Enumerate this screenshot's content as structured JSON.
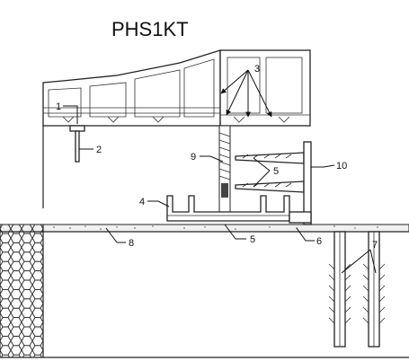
{
  "title": "PHS1KT",
  "callouts": {
    "c1": "1",
    "c2": "2",
    "c3": "3",
    "c4": "4",
    "c5a": "5",
    "c5b": "5",
    "c6": "6",
    "c7": "7",
    "c8": "8",
    "c9": "9",
    "c10": "10"
  },
  "colors": {
    "ink": "#222222",
    "paper": "#ffffff"
  }
}
